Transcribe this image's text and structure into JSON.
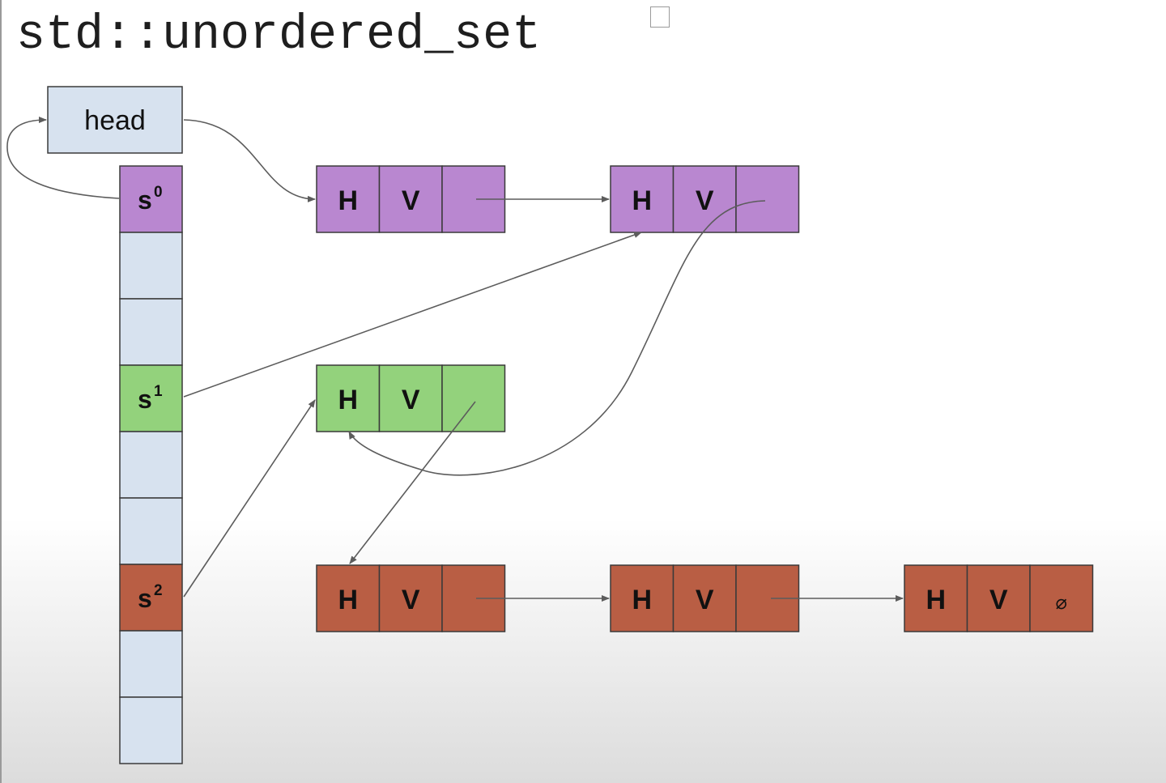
{
  "title": "std::unordered_set",
  "head": {
    "label": "head"
  },
  "buckets": [
    {
      "base": "s",
      "sup": "0",
      "color": "#b987d0"
    },
    {
      "base": "",
      "sup": "",
      "color": "#d7e2ef"
    },
    {
      "base": "",
      "sup": "",
      "color": "#d7e2ef"
    },
    {
      "base": "s",
      "sup": "1",
      "color": "#93d27c"
    },
    {
      "base": "",
      "sup": "",
      "color": "#d7e2ef"
    },
    {
      "base": "",
      "sup": "",
      "color": "#d7e2ef"
    },
    {
      "base": "s",
      "sup": "2",
      "color": "#b95e44"
    },
    {
      "base": "",
      "sup": "",
      "color": "#d7e2ef"
    },
    {
      "base": "",
      "sup": "",
      "color": "#d7e2ef"
    }
  ],
  "nodes": [
    {
      "id": "purple-1",
      "h": "H",
      "v": "V",
      "next": "",
      "color": "#b987d0"
    },
    {
      "id": "purple-2",
      "h": "H",
      "v": "V",
      "next": "",
      "color": "#b987d0"
    },
    {
      "id": "green-1",
      "h": "H",
      "v": "V",
      "next": "",
      "color": "#93d27c"
    },
    {
      "id": "red-1",
      "h": "H",
      "v": "V",
      "next": "",
      "color": "#b95e44"
    },
    {
      "id": "red-2",
      "h": "H",
      "v": "V",
      "next": "",
      "color": "#b95e44"
    },
    {
      "id": "red-3",
      "h": "H",
      "v": "V",
      "next": "⌀",
      "color": "#b95e44"
    }
  ],
  "colors": {
    "head": "#d7e2ef",
    "stroke": "#3a3a3a",
    "arrow": "#5c5c5c"
  }
}
